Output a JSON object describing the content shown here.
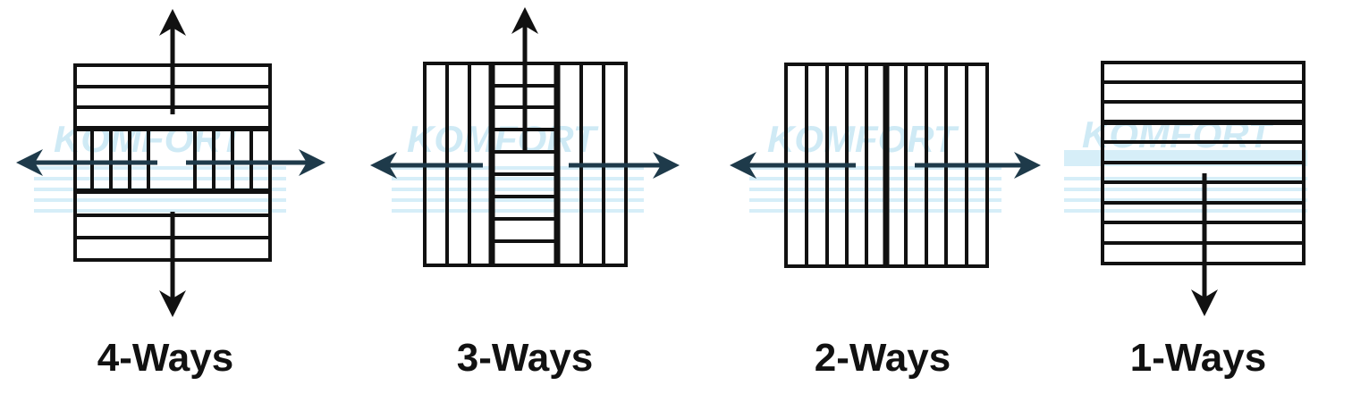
{
  "diagrams": [
    {
      "id": "four-way",
      "label": "4-Ways",
      "directions": [
        "up",
        "down",
        "left",
        "right"
      ]
    },
    {
      "id": "three-way",
      "label": "3-Ways",
      "directions": [
        "up",
        "left",
        "right"
      ]
    },
    {
      "id": "two-way",
      "label": "2-Ways",
      "directions": [
        "left",
        "right"
      ]
    },
    {
      "id": "one-way",
      "label": "1-Ways",
      "directions": [
        "down"
      ]
    }
  ],
  "watermark": {
    "text": "KOMFORT",
    "color": "#bfe3f2"
  },
  "colors": {
    "line": "#111111",
    "arrow_horizontal": "#1e3a4a",
    "arrow_vertical": "#111111"
  }
}
